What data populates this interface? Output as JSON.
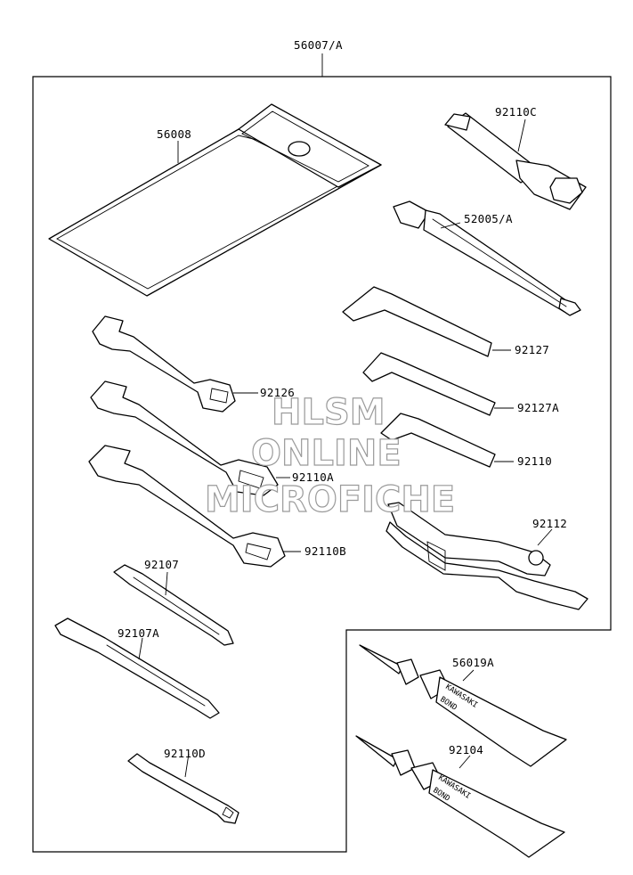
{
  "assembly_label": "56007/A",
  "parts": {
    "case": "56008",
    "plug_wrench": "92110C",
    "screwdriver_long": "52005/A",
    "hex_key_1": "92127",
    "hex_key_2": "92127A",
    "hex_key_3": "92110",
    "wrench_1": "92126",
    "wrench_2": "92110A",
    "wrench_3": "92110B",
    "pliers": "92112",
    "screwdriver_bit": "92107",
    "screwdriver_combo": "92107A",
    "spoke_wrench": "92110D",
    "bond_1": "56019A",
    "bond_2": "92104"
  },
  "tube_print": {
    "brand": "KAWASAKI",
    "product": "BOND"
  },
  "watermark": {
    "line1": "HLSM",
    "line2": "ONLINE",
    "line3": "MICROFICHE"
  }
}
